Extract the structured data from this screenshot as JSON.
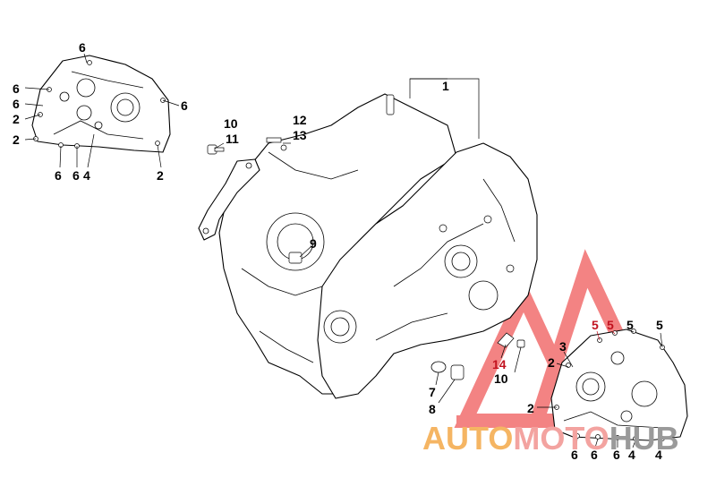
{
  "watermark": {
    "part1": "AUTO",
    "part2": "MOTO",
    "part3": "HUB",
    "color_auto": "#f5b563",
    "color_moto": "#f3a3a0",
    "color_hub": "#9a9a9a",
    "logo_color": "#f05a5a"
  },
  "callouts": {
    "c1": "1",
    "c2": "2",
    "c3": "3",
    "c4": "4",
    "c5": "5",
    "c6": "6",
    "c7": "7",
    "c8": "8",
    "c9": "9",
    "c10": "10",
    "c11": "11",
    "c12": "12",
    "c13": "13",
    "c14": "14"
  }
}
